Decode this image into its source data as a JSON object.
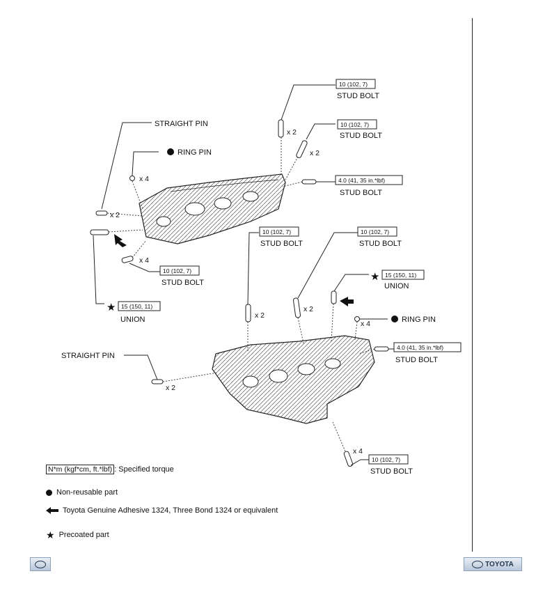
{
  "callouts": {
    "stud_bolt": "STUD BOLT",
    "straight_pin": "STRAIGHT PIN",
    "ring_pin": "RING PIN",
    "union": "UNION"
  },
  "torque": {
    "t10": "10 (102, 7)",
    "t4": "4.0 (41, 35 in.*lbf)",
    "t15": "15 (150, 11)"
  },
  "multipliers": {
    "x2": "x 2",
    "x4": "x 4"
  },
  "legend": {
    "torque_box": "N*m (kgf*cm, ft.*lbf)",
    "torque_text": ": Specified torque",
    "non_reusable": "Non-reusable part",
    "adhesive": "Toyota Genuine Adhesive 1324, Three Bond 1324 or equivalent",
    "precoated": "Precoated part"
  },
  "footer": {
    "brand": "TOYOTA"
  }
}
